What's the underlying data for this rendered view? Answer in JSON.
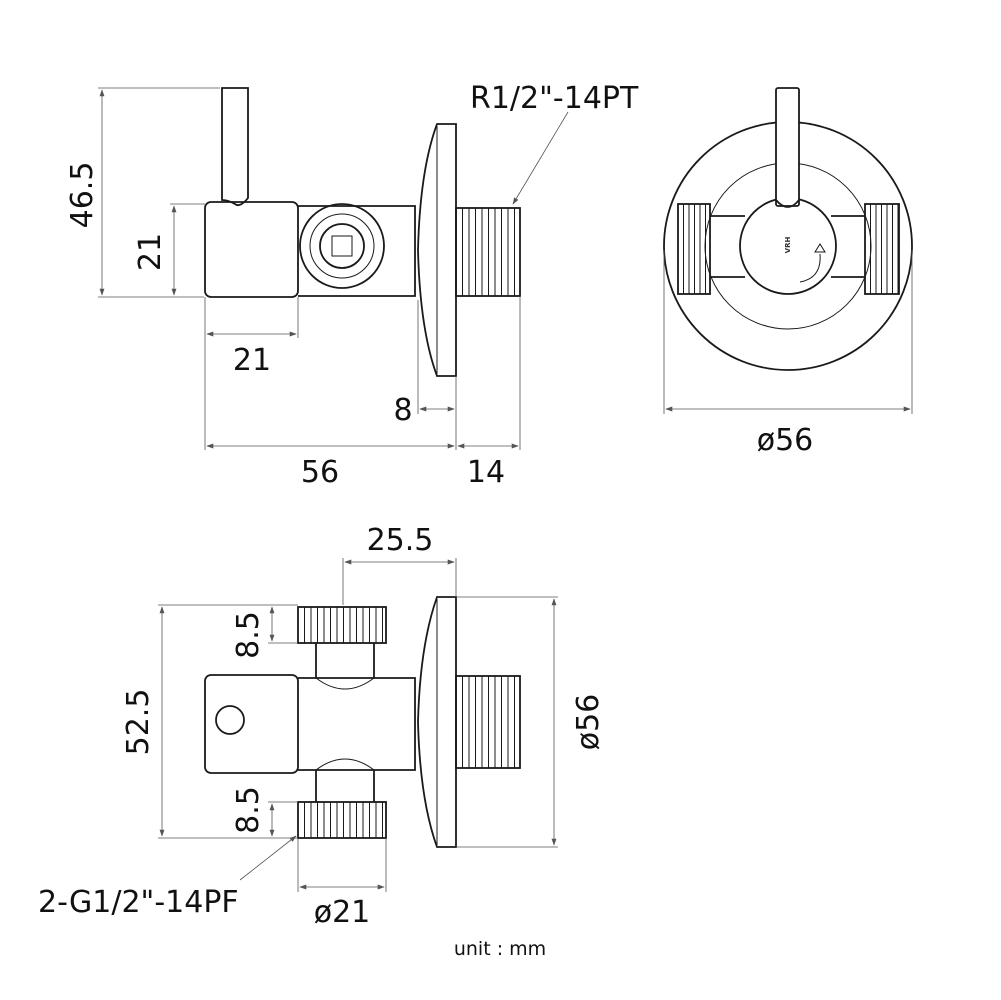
{
  "units_note": "unit : mm",
  "logo_text": "VRH",
  "dimensions": {
    "side_handle_height": "46.5",
    "side_body_height": "21",
    "side_body_width": "21",
    "flange_gap": "8",
    "side_length": "56",
    "outlet_length": "14",
    "outlet_thread": "R1/2\"-14PT",
    "front_diameter": "ø56",
    "top_offset": "25.5",
    "top_overall_height": "52.5",
    "top_thread_upper": "8.5",
    "top_thread_lower": "8.5",
    "top_flange_diameter": "ø56",
    "inlet_thread": "2-G1/2\"-14PF",
    "inlet_diameter": "ø21"
  }
}
